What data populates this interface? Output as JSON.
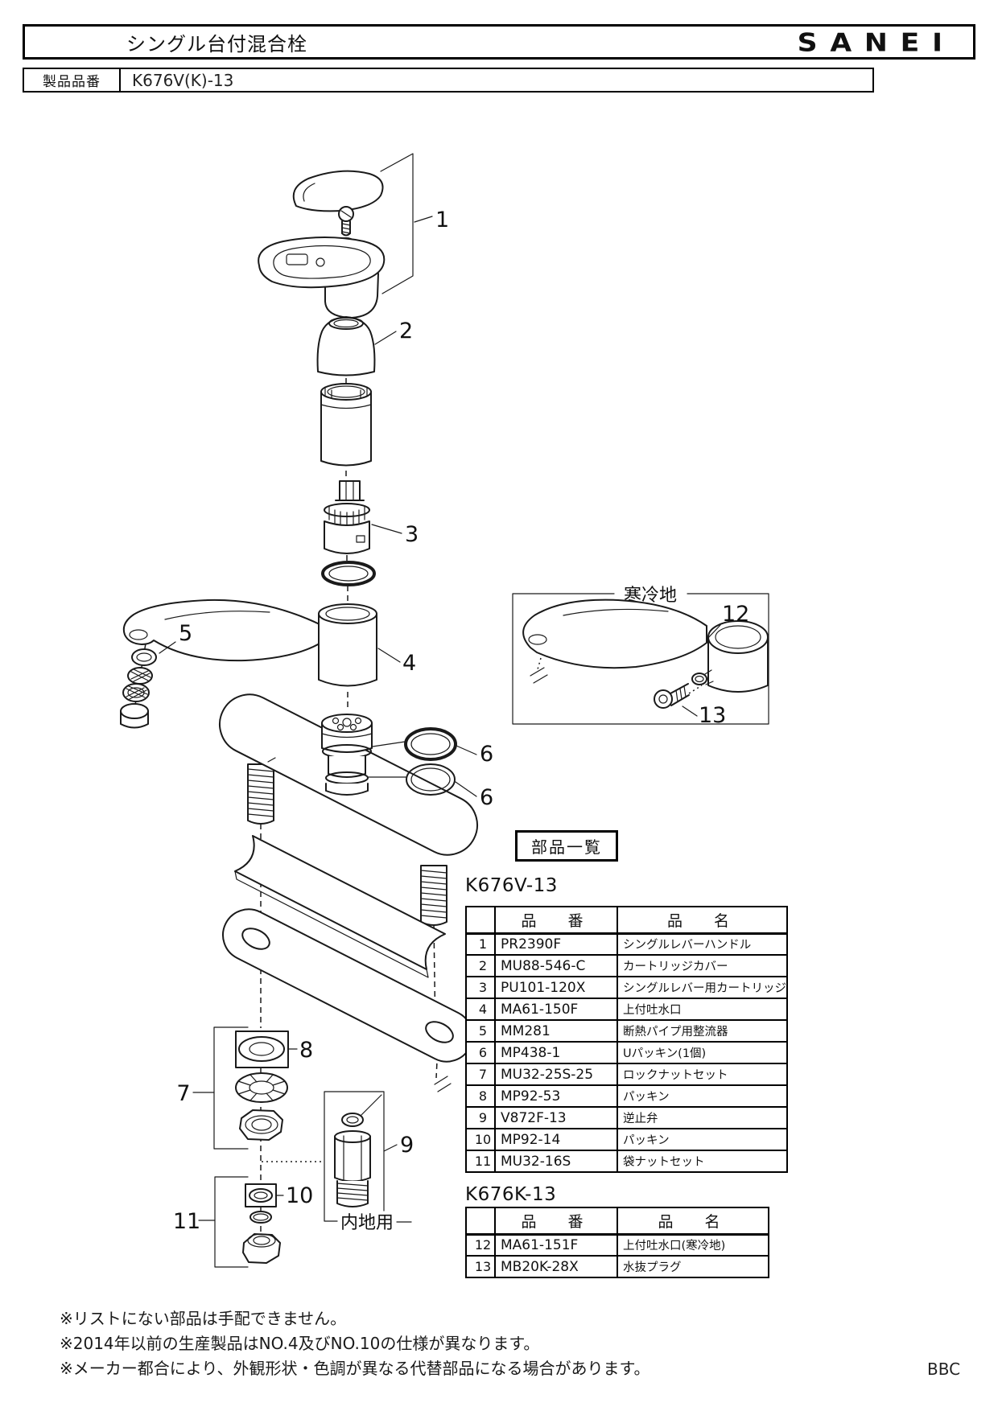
{
  "header": {
    "title": "シングル台付混合栓",
    "brand": "SANEI"
  },
  "product": {
    "label": "製品品番",
    "number": "K676V(K)-13"
  },
  "diagram": {
    "labels": {
      "cold_region": "寒冷地",
      "domestic": "内地用"
    },
    "callouts": {
      "n1": "1",
      "n2": "2",
      "n3": "3",
      "n4": "4",
      "n5": "5",
      "n6": "6",
      "n7": "7",
      "n8": "8",
      "n9": "9",
      "n10": "10",
      "n11": "11",
      "n12": "12",
      "n13": "13"
    }
  },
  "parts_list": {
    "box_title": "部品一覧",
    "tables": [
      {
        "model": "K676V-13",
        "col_code": "品　番",
        "col_name": "品　名",
        "rows": [
          {
            "no": "1",
            "code": "PR2390F",
            "name": "シングルレバーハンドル"
          },
          {
            "no": "2",
            "code": "MU88-546-C",
            "name": "カートリッジカバー"
          },
          {
            "no": "3",
            "code": "PU101-120X",
            "name": "シングルレバー用カートリッジ"
          },
          {
            "no": "4",
            "code": "MA61-150F",
            "name": "上付吐水口"
          },
          {
            "no": "5",
            "code": "MM281",
            "name": "断熱パイプ用整流器"
          },
          {
            "no": "6",
            "code": "MP438-1",
            "name": "Uパッキン(1個)"
          },
          {
            "no": "7",
            "code": "MU32-25S-25",
            "name": "ロックナットセット"
          },
          {
            "no": "8",
            "code": "MP92-53",
            "name": "パッキン"
          },
          {
            "no": "9",
            "code": "V872F-13",
            "name": "逆止弁"
          },
          {
            "no": "10",
            "code": "MP92-14",
            "name": "パッキン"
          },
          {
            "no": "11",
            "code": "MU32-16S",
            "name": "袋ナットセット"
          }
        ]
      },
      {
        "model": "K676K-13",
        "col_code": "品　番",
        "col_name": "品　名",
        "rows": [
          {
            "no": "12",
            "code": "MA61-151F",
            "name": "上付吐水口(寒冷地)"
          },
          {
            "no": "13",
            "code": "MB20K-28X",
            "name": "水抜プラグ"
          }
        ]
      }
    ]
  },
  "notes": [
    "※リストにない部品は手配できません。",
    "※2014年以前の生産製品はNO.4及びNO.10の仕様が異なります。",
    "※メーカー都合により、外観形状・色調が異なる代替部品になる場合があります。"
  ],
  "footer_code": "BBC"
}
